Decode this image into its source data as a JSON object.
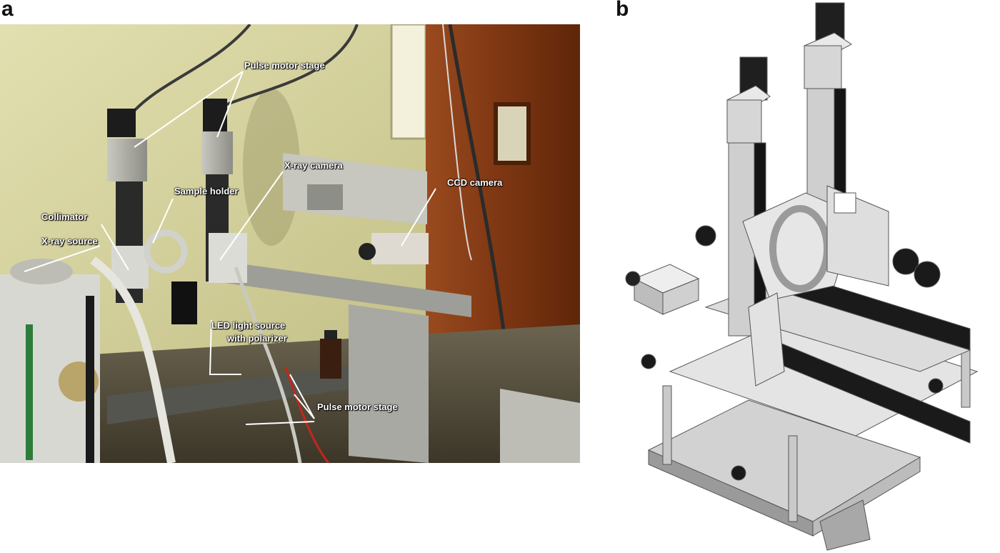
{
  "panels": {
    "a": {
      "letter": "a"
    },
    "b": {
      "letter": "b"
    }
  },
  "labels": {
    "pulse_motor_stage_top": "Pulse motor stage",
    "x_ray_camera": "X-ray camera",
    "ccd_camera": "CCD camera",
    "sample_holder": "Sample holder",
    "collimator": "Collimator",
    "x_ray_source": "X-ray source",
    "led_line1": "LED light source",
    "led_line2": "with polarizer",
    "pulse_motor_stage_bottom": "Pulse motor stage"
  }
}
